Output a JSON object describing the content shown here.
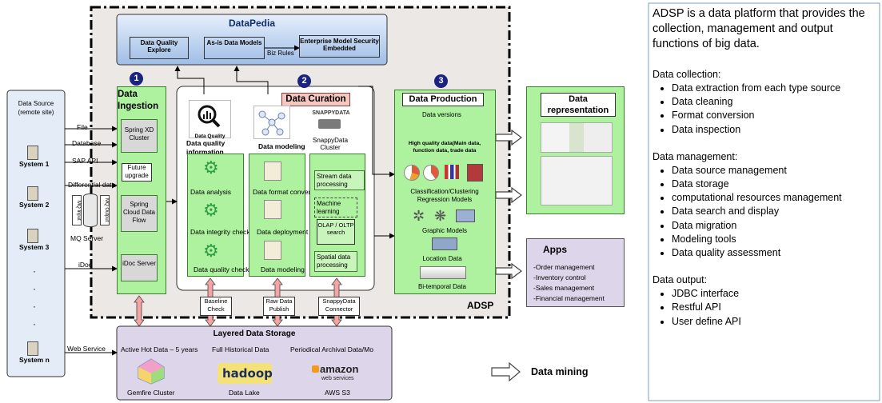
{
  "datapedia": {
    "title": "DataPedia",
    "box1": "Data Quality Explore",
    "box2": "As-is Data Models",
    "box3": "Enterprise Model Security Embedded",
    "biz_rules": "Biz Rules"
  },
  "source": {
    "title": "Data Source (remote site)",
    "systems": [
      "System 1",
      "System 2",
      "System 3",
      "System n"
    ],
    "connections": [
      "File",
      "Database",
      "SAP API",
      "Differential data",
      "iDoc",
      "Web Service"
    ],
    "mq_label": "MQ Server",
    "mq_icon_labels": [
      "MQ Input",
      "MQ Output"
    ]
  },
  "ingestion": {
    "number": "1",
    "title": "Data Ingestion",
    "spring_xd": "Spring XD Cluster",
    "future_upgrade": "Future upgrade",
    "spring_cloud": "Spring Cloud Data Flow",
    "idoc_server": "iDoc Server"
  },
  "curation": {
    "number": "2",
    "title": "Data Curation",
    "dq_icon_label": "Data Quality",
    "dq_info": "Data quality information",
    "modeling": "Data modeling",
    "snappy_logo": "SNAPPYDATA",
    "snappy_cluster": "SnappyData Cluster",
    "col1": [
      "Data analysis",
      "Data integrity check",
      "Data quality check"
    ],
    "col2": [
      "Data format conversion",
      "Data deployment",
      "Data modeling"
    ],
    "col3": [
      "Stream data processing",
      "Machine learning",
      "OLAP / OLTP search",
      "Spatial data processing"
    ]
  },
  "production": {
    "number": "3",
    "title": "Data Production",
    "versions": "Data versions",
    "hq_data": "High quality data(Main data, function data, trade data",
    "classification": "Classification/Clustering Regression Models",
    "graphic": "Graphic Models",
    "location": "Location Data",
    "bitemporal": "Bi-temporal Data"
  },
  "adsp_label": "ADSP",
  "connectors": [
    "Baseline Check",
    "Raw Data Publish",
    "SnappyData Connector"
  ],
  "storage": {
    "title": "Layered Data Storage",
    "tiers": [
      "Active Hot Data – 5 years",
      "Full Historical Data",
      "Periodical Archival Data/Mo"
    ],
    "logos": [
      "Gemfire",
      "hadoop",
      "amazon",
      "web services"
    ],
    "captions": [
      "Gemfire Cluster",
      "Data Lake",
      "AWS S3"
    ]
  },
  "representation": {
    "title": "Data representation"
  },
  "apps": {
    "title": "Apps",
    "items": [
      "-Order management",
      "-Inventory control",
      "-Sales management",
      "-Financial management"
    ]
  },
  "legend": {
    "label": "Data mining"
  },
  "description": {
    "intro": "ADSP is a data platform that provides the collection, management and output functions of big data.",
    "collection_title": "Data collection:",
    "collection": [
      "Data extraction from each type source",
      "Data cleaning",
      "Format conversion",
      "Data inspection"
    ],
    "management_title": "Data management:",
    "management": [
      "Data source management",
      "Data storage",
      "computational resources management",
      "Data search and display",
      "Data migration",
      "Modeling tools",
      "Data quality assessment"
    ],
    "output_title": "Data output:",
    "output": [
      "JDBC interface",
      "Restful API",
      "User define API"
    ]
  },
  "colors": {
    "green": "#aef2a0",
    "datapedia_blue": "#bcd3ef",
    "storage_lavender": "#ddd5ea",
    "number_navy": "#1a237e",
    "curation_title": "#f6c7c0",
    "arrow_pink": "#f5a3a3"
  }
}
